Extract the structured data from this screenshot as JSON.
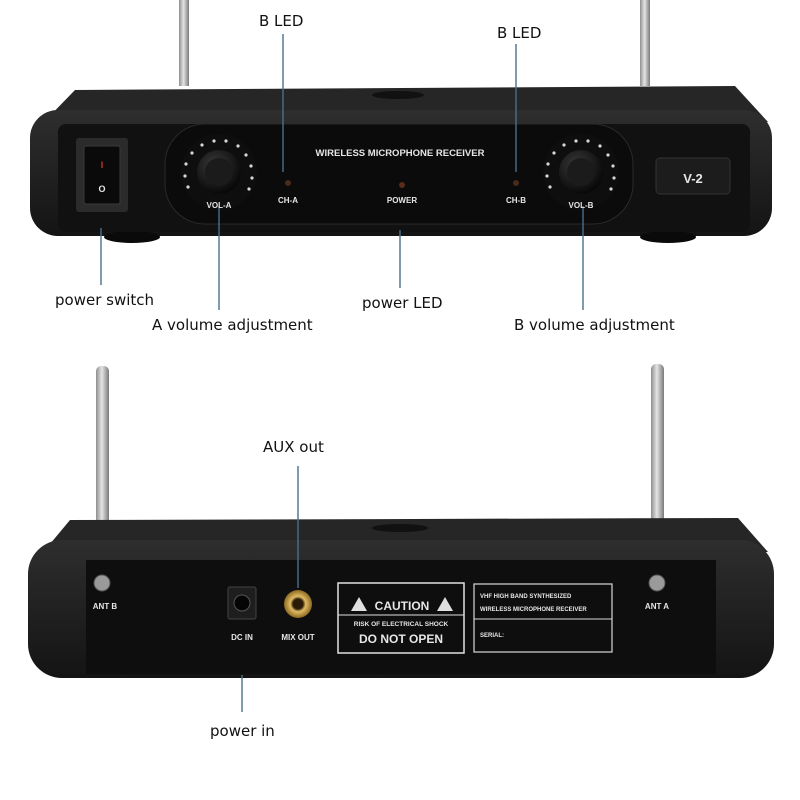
{
  "front": {
    "title_label": "WIRELESS MICROPHONE RECEIVER",
    "knob_a_label": "VOL-A",
    "knob_b_label": "VOL-B",
    "led_a_label": "CH-A",
    "led_b_label": "CH-B",
    "power_label": "POWER",
    "model_label": "V-2",
    "switch_on_mark": "I",
    "switch_off_mark": "O"
  },
  "front_callouts": {
    "led_left": "B LED",
    "led_right": "B LED",
    "power_switch": "power switch",
    "power_led": "power LED",
    "a_volume": "A volume adjustment",
    "b_volume": "B volume adjustment"
  },
  "back": {
    "ant_b_label": "ANT B",
    "ant_a_label": "ANT A",
    "dc_in_label": "DC IN",
    "mix_out_label": "MIX OUT",
    "caution_title": "CAUTION",
    "caution_line1": "RISK OF ELECTRICAL SHOCK",
    "caution_line2": "DO NOT OPEN",
    "info_line1": "VHF HIGH BAND SYNTHESIZED",
    "info_line2": "WIRELESS MICROPHONE RECEIVER",
    "serial_label": "SERIAL:"
  },
  "back_callouts": {
    "aux_out": "AUX out",
    "power_in": "power in"
  },
  "colors": {
    "body": "#1a1a1a",
    "panel": "#0d0d0d",
    "top": "#2a2a2a",
    "label_text": "#e6e6e6",
    "antenna": "#b9b9b9",
    "jack_gold": "#c9a24a",
    "led_off": "#4a2a1a",
    "callout_line": "#4a6f8c"
  },
  "icons": [
    "rocker-switch-icon",
    "volume-knob-icon",
    "led-indicator-icon",
    "antenna-icon",
    "dc-jack-icon",
    "audio-jack-icon",
    "warning-triangle-icon"
  ]
}
